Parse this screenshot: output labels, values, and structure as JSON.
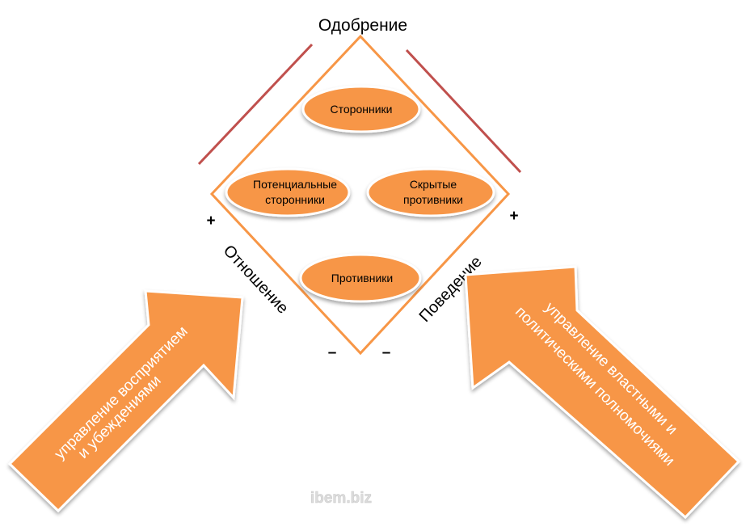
{
  "title": "Одобрение",
  "nodes": {
    "supporters": "Сторонники",
    "potential_supporters": [
      "Потенциальные",
      "сторонники"
    ],
    "hidden_opponents": [
      "Скрытые",
      "противники"
    ],
    "opponents": "Противники"
  },
  "axes": {
    "attitude": "Отношение",
    "behavior": "Поведение",
    "plus_left": "+",
    "plus_right": "+",
    "minus_left": "–",
    "minus_right": "–"
  },
  "arrows": {
    "left": [
      "управление восприятием",
      "и убеждениями"
    ],
    "right": [
      "управление властными и",
      "политическими полномочиями"
    ]
  },
  "watermark": "ibem.biz",
  "colors": {
    "orange": "#F79646",
    "diamond_stroke": "#F79646",
    "red_line": "#C0504D",
    "watermark": "#D9D9D9"
  }
}
